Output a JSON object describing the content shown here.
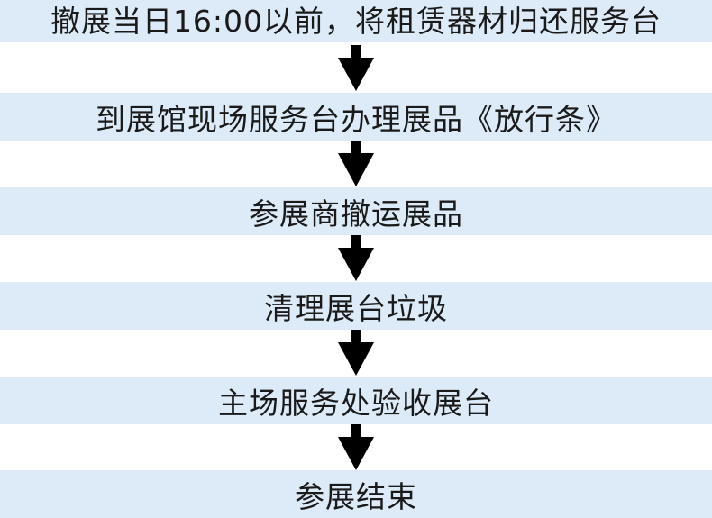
{
  "steps": [
    "撤展当日16:00以前，将租赁器材归还服务台",
    "到展馆现场服务台办理展品《放行条》",
    "参展商撤运展品",
    "清理展台垃圾",
    "主场服务处验收展台",
    "参展结束"
  ],
  "colors": {
    "box": "#dcebf7",
    "arrow": "#000000"
  }
}
